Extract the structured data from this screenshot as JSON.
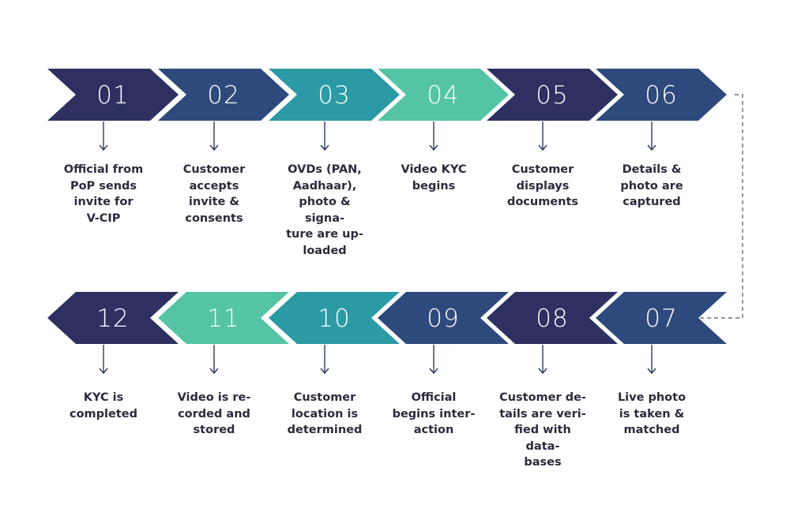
{
  "colors": {
    "navy_dark": "#2d3060",
    "navy_blue": "#2e4a7c",
    "teal": "#2b9aa5",
    "mint": "#55c4a4",
    "arrow_line": "#2d3a5c",
    "connector": "#555555"
  },
  "steps": [
    {
      "number": "01",
      "caption": "Official from\nPoP sends\ninvite for\nV-CIP",
      "color": "#2d3060"
    },
    {
      "number": "02",
      "caption": "Customer\naccepts\ninvite &\nconsents",
      "color": "#2e4a7c"
    },
    {
      "number": "03",
      "caption": "OVDs (PAN,\nAadhaar),\nphoto & signa-\nture are up-\nloaded",
      "color": "#2b9aa5"
    },
    {
      "number": "04",
      "caption": "Video KYC\nbegins",
      "color": "#55c4a4"
    },
    {
      "number": "05",
      "caption": "Customer\ndisplays\ndocuments",
      "color": "#2d3060"
    },
    {
      "number": "06",
      "caption": "Details &\nphoto are\ncaptured",
      "color": "#2e4a7c"
    },
    {
      "number": "07",
      "caption": "Live photo\nis taken &\nmatched",
      "color": "#2e4a7c"
    },
    {
      "number": "08",
      "caption": "Customer de-\ntails are veri-\nfied with data-\nbases",
      "color": "#2d3060"
    },
    {
      "number": "09",
      "caption": "Official\nbegins inter-\naction",
      "color": "#2e4a7c"
    },
    {
      "number": "10",
      "caption": "Customer\nlocation is\ndetermined",
      "color": "#2b9aa5"
    },
    {
      "number": "11",
      "caption": "Video is re-\ncorded and\nstored",
      "color": "#55c4a4"
    },
    {
      "number": "12",
      "caption": "KYC is\ncompleted",
      "color": "#2d3060"
    }
  ]
}
